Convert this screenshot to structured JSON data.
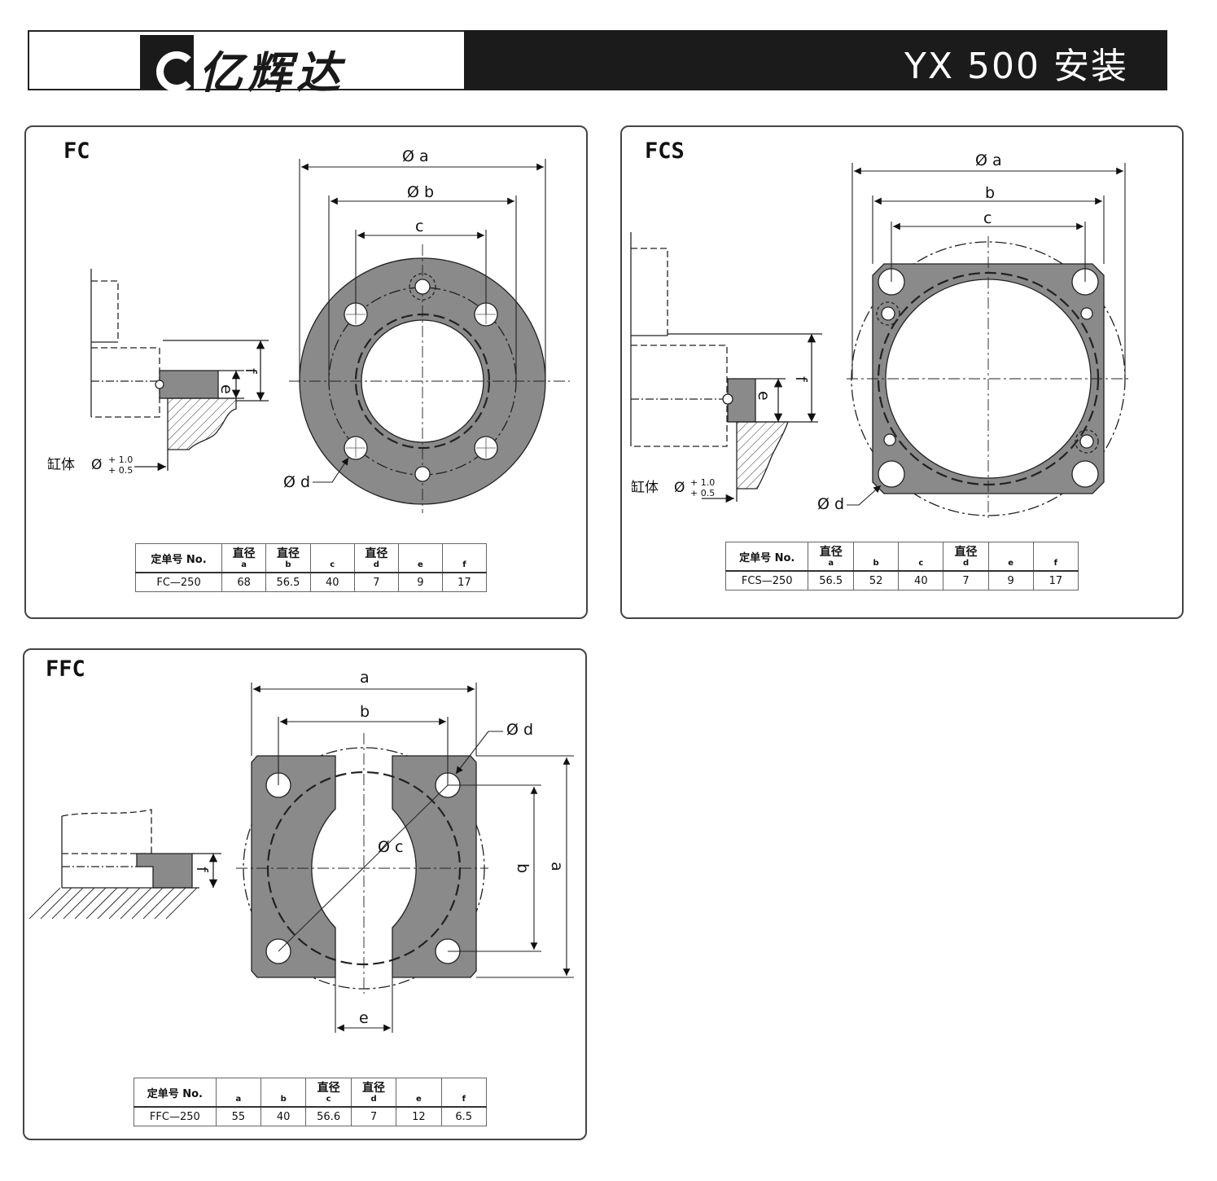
{
  "header": {
    "logo_text": "亿辉达",
    "title": "YX 500 安装"
  },
  "fc": {
    "title": "FC",
    "labels": {
      "a": "Ø a",
      "b": "Ø b",
      "c": "c",
      "d": "Ø d",
      "e": "e",
      "f": "f",
      "body": "缸体",
      "phi": "Ø",
      "tol_plus": "+ 1.0",
      "tol_minus": "+ 0.5"
    },
    "table": {
      "headers": [
        {
          "top": "定单号 No.",
          "bottom": ""
        },
        {
          "top": "直径",
          "bottom": "a"
        },
        {
          "top": "直径",
          "bottom": "b"
        },
        {
          "top": "",
          "bottom": "c"
        },
        {
          "top": "直径",
          "bottom": "d"
        },
        {
          "top": "",
          "bottom": "e"
        },
        {
          "top": "",
          "bottom": "f"
        }
      ],
      "values": [
        "FC—250",
        "68",
        "56.5",
        "40",
        "7",
        "9",
        "17"
      ]
    }
  },
  "fcs": {
    "title": "FCS",
    "labels": {
      "a": "Ø a",
      "b": "b",
      "c": "c",
      "d": "Ø d",
      "e": "e",
      "f": "f",
      "body": "缸体",
      "phi": "Ø",
      "tol_plus": "+ 1.0",
      "tol_minus": "+ 0.5"
    },
    "table": {
      "headers": [
        {
          "top": "定单号 No.",
          "bottom": ""
        },
        {
          "top": "直径",
          "bottom": "a"
        },
        {
          "top": "",
          "bottom": "b"
        },
        {
          "top": "",
          "bottom": "c"
        },
        {
          "top": "直径",
          "bottom": "d"
        },
        {
          "top": "",
          "bottom": "e"
        },
        {
          "top": "",
          "bottom": "f"
        }
      ],
      "values": [
        "FCS—250",
        "56.5",
        "52",
        "40",
        "7",
        "9",
        "17"
      ]
    }
  },
  "ffc": {
    "title": "FFC",
    "labels": {
      "a": "a",
      "b": "b",
      "c": "Ø c",
      "d": "Ø d",
      "e": "e",
      "f": "f",
      "a_side": "a",
      "b_side": "b"
    },
    "table": {
      "headers": [
        {
          "top": "定单号 No.",
          "bottom": ""
        },
        {
          "top": "",
          "bottom": "a"
        },
        {
          "top": "",
          "bottom": "b"
        },
        {
          "top": "直径",
          "bottom": "c"
        },
        {
          "top": "直径",
          "bottom": "d"
        },
        {
          "top": "",
          "bottom": "e"
        },
        {
          "top": "",
          "bottom": "f"
        }
      ],
      "values": [
        "FFC—250",
        "55",
        "40",
        "56.6",
        "7",
        "12",
        "6.5"
      ]
    }
  },
  "colors": {
    "plate": "#8a8a8a",
    "dark": "#1b1b1b",
    "line": "#222222"
  }
}
